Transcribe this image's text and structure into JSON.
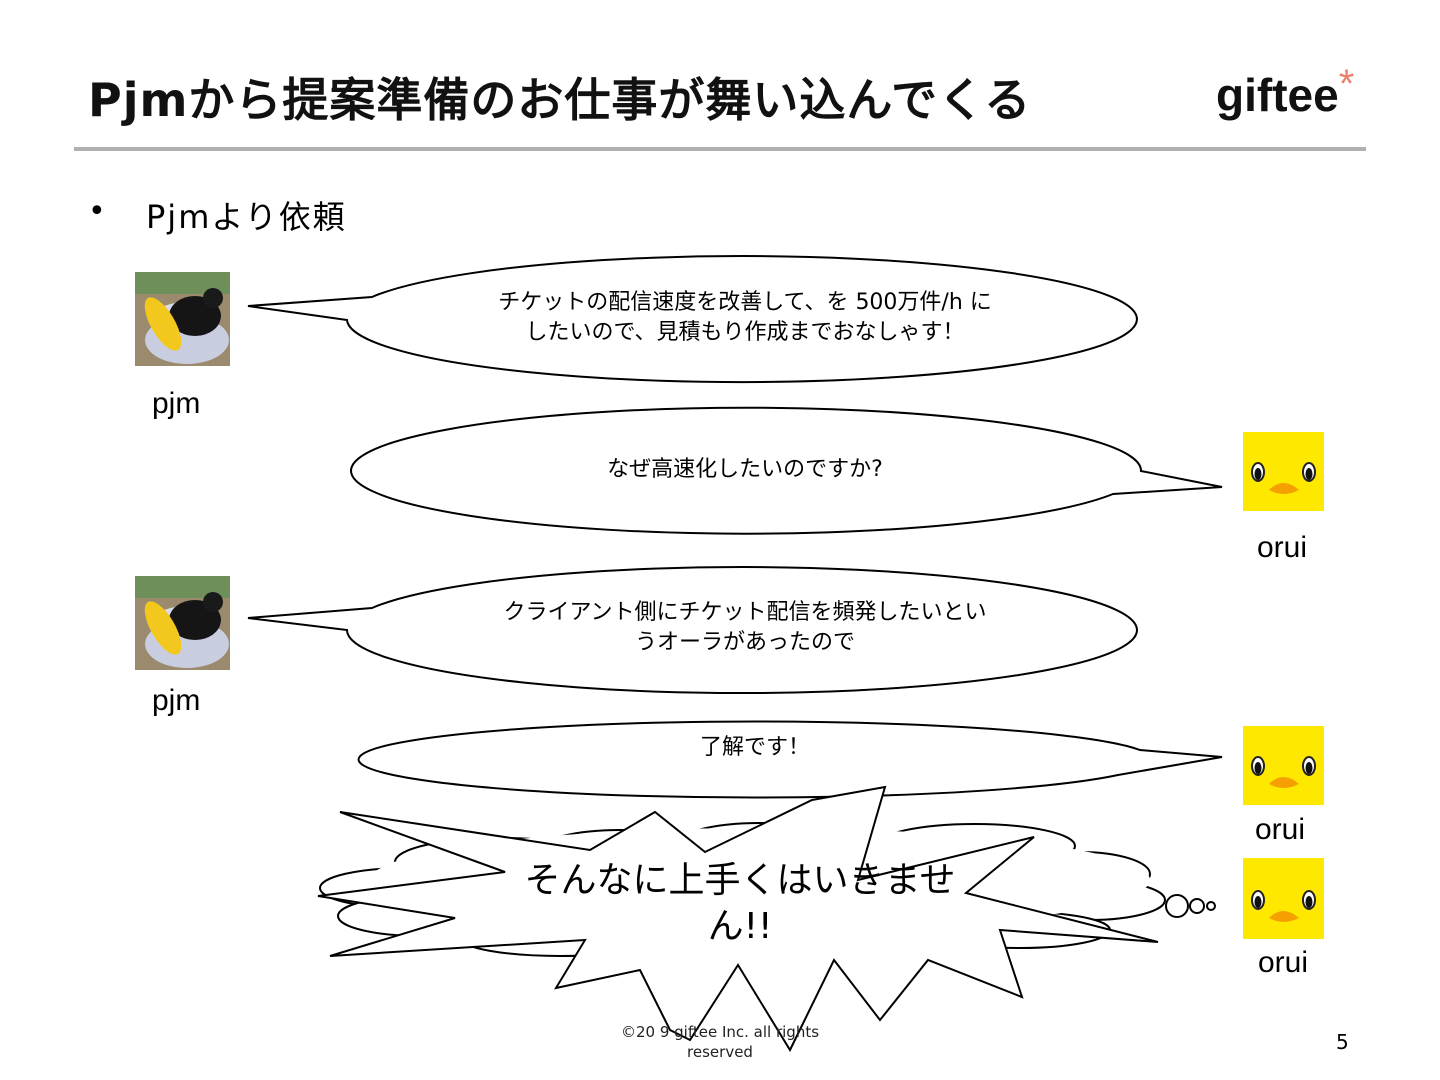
{
  "slide": {
    "title": "Pjmから提案準備のお仕事が舞い込んでくる",
    "logo_text": "giftee",
    "logo_mark": "*",
    "bullet_symbol": "•",
    "bullet_text": "Pjmより依頼",
    "page_number": "5",
    "footer_line1": "©20  9 giftee Inc. all rights",
    "footer_line2": "reserved"
  },
  "conversation": [
    {
      "speaker": "pjm",
      "avatar_icon": "cat-in-basket-photo-icon",
      "line1": "チケットの配信速度を改善して、を 500万件/h に",
      "line2": "したいので、見積もり作成までおなしゃす！"
    },
    {
      "speaker": "orui",
      "avatar_icon": "yellow-chick-icon",
      "line1": "なぜ高速化したいのですか?",
      "line2": ""
    },
    {
      "speaker": "pjm",
      "avatar_icon": "cat-in-basket-photo-icon",
      "line1": "クライアント側にチケット配信を頻発したいとい",
      "line2": "うオーラがあったので"
    },
    {
      "speaker": "orui",
      "avatar_icon": "yellow-chick-icon",
      "line1": "了解です！",
      "line2": ""
    }
  ],
  "thought": {
    "speaker": "orui",
    "avatar_icon": "yellow-chick-icon",
    "line1": "そんなに上手くはいきませ",
    "line2": "ん!!"
  },
  "colors": {
    "rule": "#b0b0b0",
    "logo_accent": "#e8806a",
    "chick_yellow": "#ffe800",
    "chick_beak": "#f5a000"
  }
}
